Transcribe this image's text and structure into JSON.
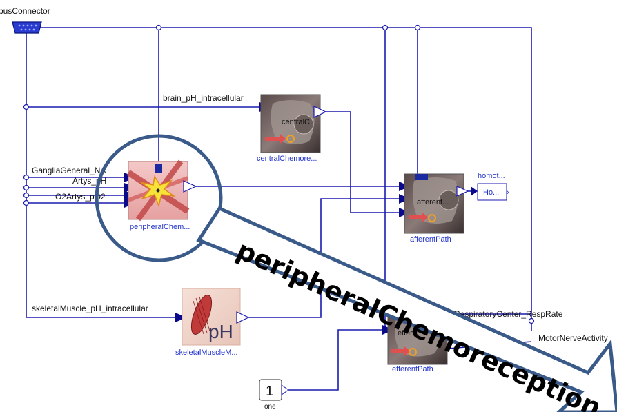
{
  "connector": {
    "label": "busConnector"
  },
  "signals": {
    "brain_ph": "brain_pH_intracellular",
    "ganglia": "GangliaGeneral_NA",
    "artys_ph": "Artys_pH",
    "o2artys": "O2Artys_pO2",
    "skeletal_ph": "skeletalMuscle_pH_intracellular",
    "resp_rate": "RespiratoryCenter_RespRate",
    "motor": "MotorNerveActivity"
  },
  "blocks": {
    "central": "centralChemore...",
    "central_inner": "centralC...",
    "peripheral": "peripheralChem...",
    "afferent": "afferentPath",
    "afferent_inner": "afferent...",
    "efferent": "efferentPath",
    "efferent_inner": "effer...",
    "skeletal": "skeletalMuscleM...",
    "ph_text": "pH",
    "homot": "homot...",
    "homot_inner": "Ho...",
    "const_value": "1",
    "const_name": "one"
  },
  "callout": {
    "title": "peripheralChemoreception"
  },
  "colors": {
    "wire": "#1a1ab0",
    "highlight": "#3a5a8a",
    "arrow": "#0a0a8a"
  }
}
